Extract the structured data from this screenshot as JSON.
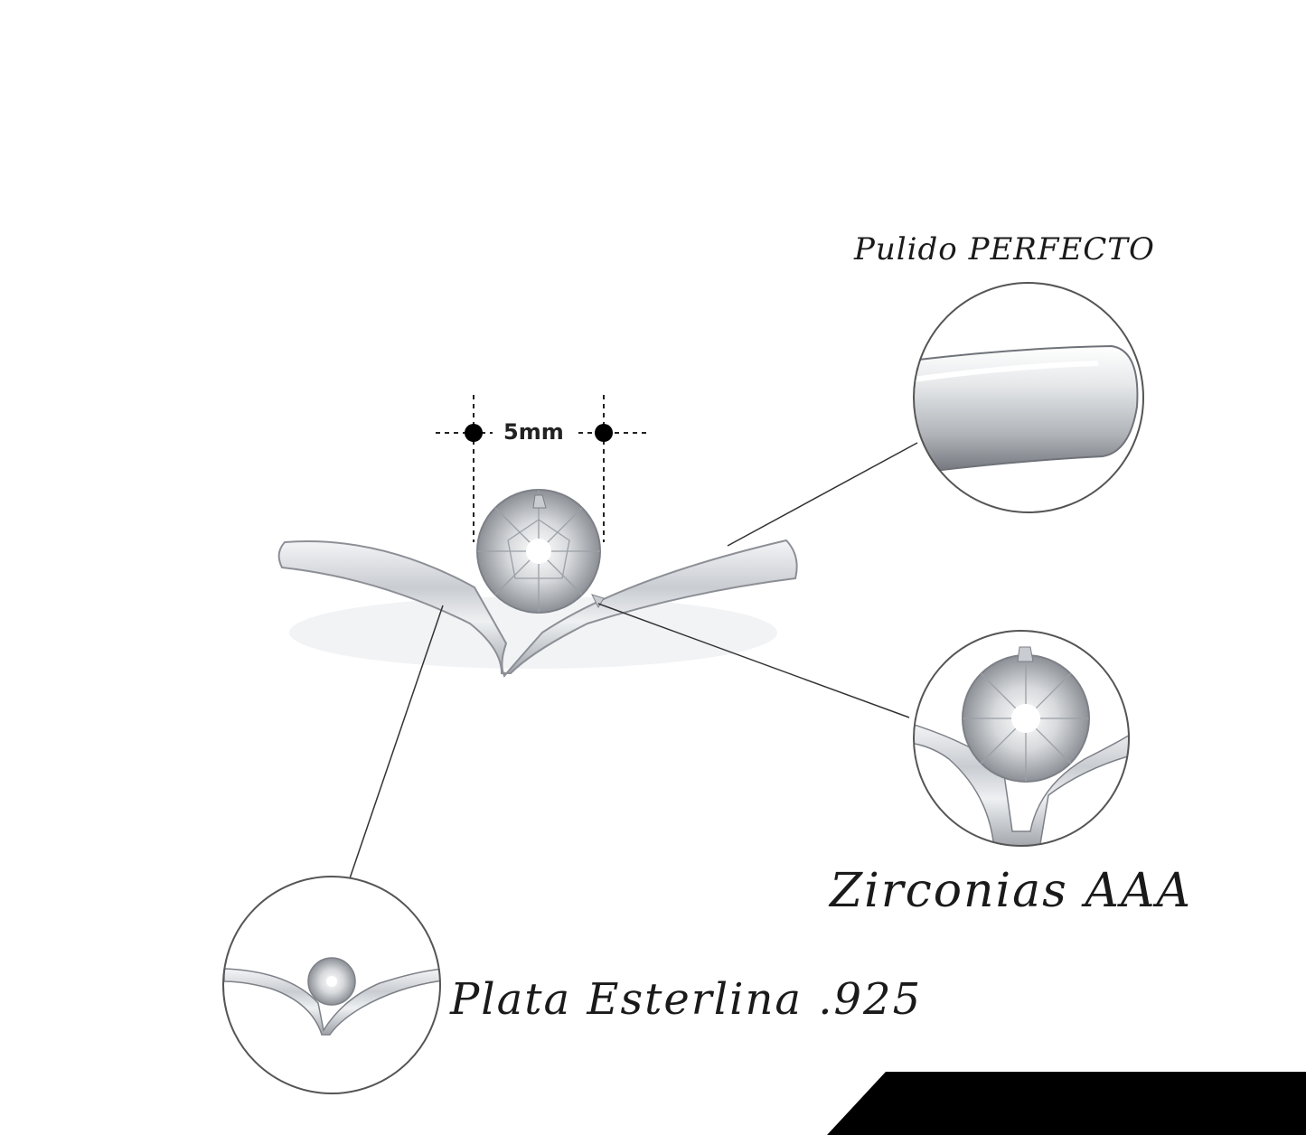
{
  "measurement": {
    "label": "5mm"
  },
  "callouts": {
    "polish": {
      "label": "Pulido PERFECTO"
    },
    "stones": {
      "label": "Zirconias AAA"
    },
    "metal": {
      "label": "Plata Esterlina .925"
    }
  },
  "colors": {
    "background": "#ffffff",
    "silver": "#d9dce0",
    "text": "#1a1a1a",
    "corner_band": "#000000"
  },
  "icons": [
    "ring-illustration",
    "zircon-gem",
    "magnifier-circle"
  ]
}
